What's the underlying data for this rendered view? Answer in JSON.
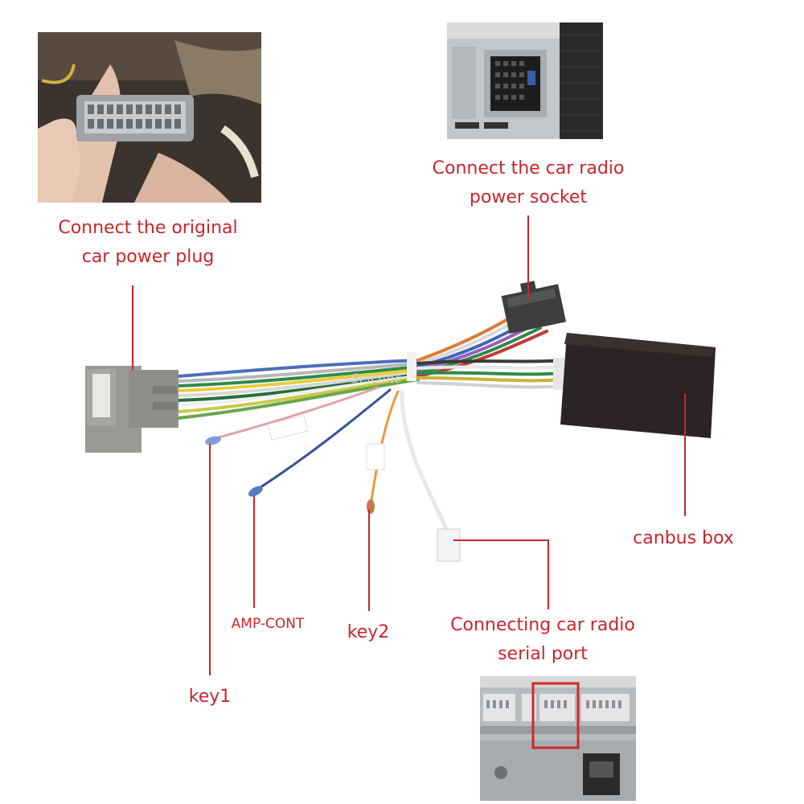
{
  "labels": {
    "original_plug": [
      "Connect the original",
      "car power plug"
    ],
    "radio_socket": [
      "Connect the car radio",
      "power socket"
    ],
    "canbus": "canbus box",
    "serial_port": [
      "Connecting car radio",
      "serial port"
    ],
    "key1": "key1",
    "amp": "AMP-CONT",
    "key2": "key2"
  },
  "watermark": "Seicane",
  "colors": {
    "label_red": "#c9252c",
    "plug_gray": "#9a9a94",
    "box_dark": "#2c2424"
  }
}
